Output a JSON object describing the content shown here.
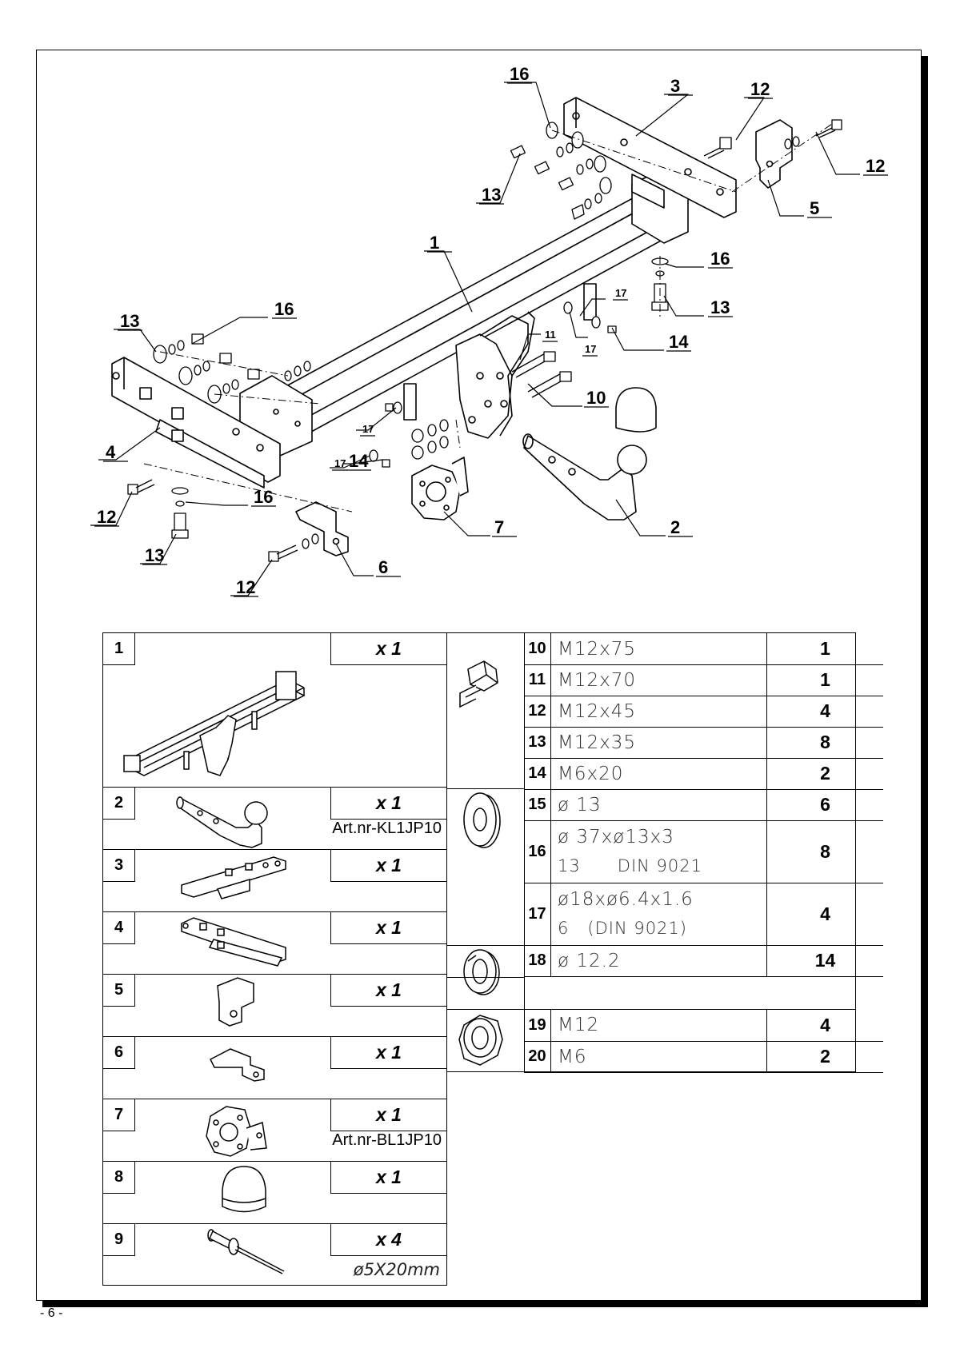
{
  "page_number": "- 6 -",
  "diagram": {
    "labels": [
      "16",
      "3",
      "12",
      "12",
      "5",
      "13",
      "1",
      "16",
      "13",
      "17",
      "17",
      "14",
      "13",
      "16",
      "11",
      "10",
      "17",
      "14",
      "4",
      "17",
      "12",
      "16",
      "13",
      "7",
      "2",
      "12",
      "6"
    ]
  },
  "parts_left": [
    {
      "num": "1",
      "qty": "x 1",
      "note": ""
    },
    {
      "num": "2",
      "qty": "x 1",
      "note": "Art.nr-KL1JP10"
    },
    {
      "num": "3",
      "qty": "x 1",
      "note": ""
    },
    {
      "num": "4",
      "qty": "x 1",
      "note": ""
    },
    {
      "num": "5",
      "qty": "x 1",
      "note": ""
    },
    {
      "num": "6",
      "qty": "x 1",
      "note": ""
    },
    {
      "num": "7",
      "qty": "x 1",
      "note": "Art.nr-BL1JP10"
    },
    {
      "num": "8",
      "qty": "x 1",
      "note": ""
    },
    {
      "num": "9",
      "qty": "x 4",
      "note": "ø5X20mm"
    }
  ],
  "hardware": [
    {
      "num": "10",
      "spec": "M12x75",
      "spec2": "",
      "qty": "1"
    },
    {
      "num": "11",
      "spec": "M12x70",
      "spec2": "",
      "qty": "1"
    },
    {
      "num": "12",
      "spec": "M12x45",
      "spec2": "",
      "qty": "4"
    },
    {
      "num": "13",
      "spec": "M12x35",
      "spec2": "",
      "qty": "8"
    },
    {
      "num": "14",
      "spec": "M6x20",
      "spec2": "",
      "qty": "2"
    },
    {
      "num": "15",
      "spec": "ø 13",
      "spec2": "",
      "qty": "6"
    },
    {
      "num": "16",
      "spec": "ø 37xø13x3",
      "spec2": "13      DIN 9021",
      "qty": "8"
    },
    {
      "num": "17",
      "spec": "ø18xø6.4x1.6",
      "spec2": "6   (DIN 9021)",
      "qty": "4"
    },
    {
      "num": "18",
      "spec": "ø 12.2",
      "spec2": "",
      "qty": "14"
    },
    {
      "num": "19",
      "spec": "M12",
      "spec2": "",
      "qty": "4"
    },
    {
      "num": "20",
      "spec": "M6",
      "spec2": "",
      "qty": "2"
    }
  ]
}
